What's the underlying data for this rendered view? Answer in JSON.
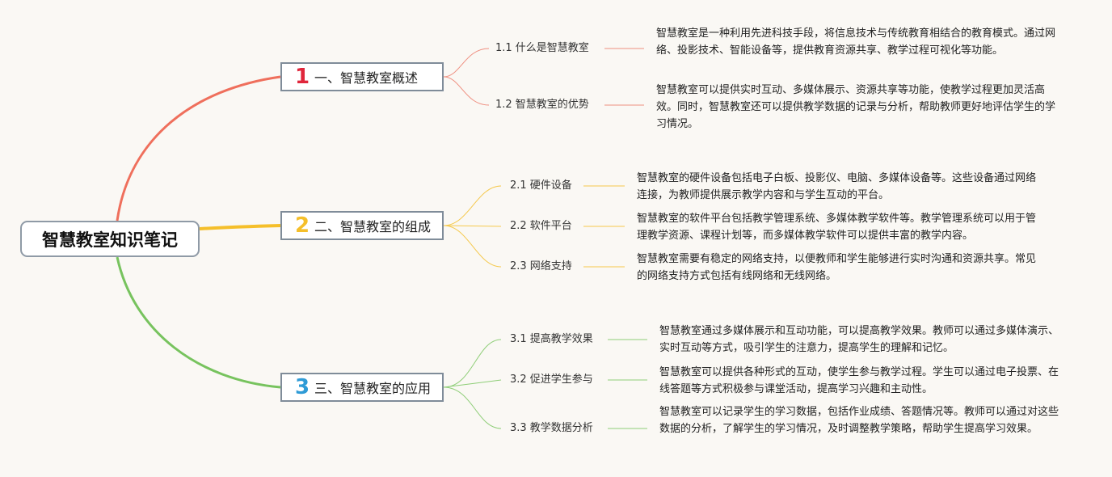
{
  "root": {
    "label": "智慧教室知识笔记"
  },
  "branches": [
    {
      "number": "1",
      "color": "#ef6f5c",
      "label": "一、智慧教室概述",
      "children": [
        {
          "label": "1.1 什么是智慧教室",
          "desc": "智慧教室是一种利用先进科技手段，将信息技术与传统教育相结合的教育模式。通过网络、投影技术、智能设备等，提供教育资源共享、教学过程可视化等功能。"
        },
        {
          "label": "1.2 智慧教室的优势",
          "desc": "智慧教室可以提供实时互动、多媒体展示、资源共享等功能，使教学过程更加灵活高效。同时，智慧教室还可以提供教学数据的记录与分析，帮助教师更好地评估学生的学习情况。"
        }
      ]
    },
    {
      "number": "2",
      "color": "#f5bf2a",
      "label": "二、智慧教室的组成",
      "children": [
        {
          "label": "2.1 硬件设备",
          "desc": "智慧教室的硬件设备包括电子白板、投影仪、电脑、多媒体设备等。这些设备通过网络连接，为教师提供展示教学内容和与学生互动的平台。"
        },
        {
          "label": "2.2 软件平台",
          "desc": "智慧教室的软件平台包括教学管理系统、多媒体教学软件等。教学管理系统可以用于管理教学资源、课程计划等，而多媒体教学软件可以提供丰富的教学内容。"
        },
        {
          "label": "2.3 网络支持",
          "desc": "智慧教室需要有稳定的网络支持，以便教师和学生能够进行实时沟通和资源共享。常见的网络支持方式包括有线网络和无线网络。"
        }
      ]
    },
    {
      "number": "3",
      "color": "#2f9bd6",
      "lineColor": "#77c35e",
      "label": "三、智慧教室的应用",
      "children": [
        {
          "label": "3.1 提高教学效果",
          "desc": "智慧教室通过多媒体展示和互动功能，可以提高教学效果。教师可以通过多媒体演示、实时互动等方式，吸引学生的注意力，提高学生的理解和记忆。"
        },
        {
          "label": "3.2 促进学生参与",
          "desc": "智慧教室可以提供各种形式的互动，使学生参与教学过程。学生可以通过电子投票、在线答题等方式积极参与课堂活动，提高学习兴趣和主动性。"
        },
        {
          "label": "3.3 教学数据分析",
          "desc": "智慧教室可以记录学生的学习数据，包括作业成绩、答题情况等。教师可以通过对这些数据的分析，了解学生的学习情况，及时调整教学策略，帮助学生提高学习效果。"
        }
      ]
    }
  ]
}
